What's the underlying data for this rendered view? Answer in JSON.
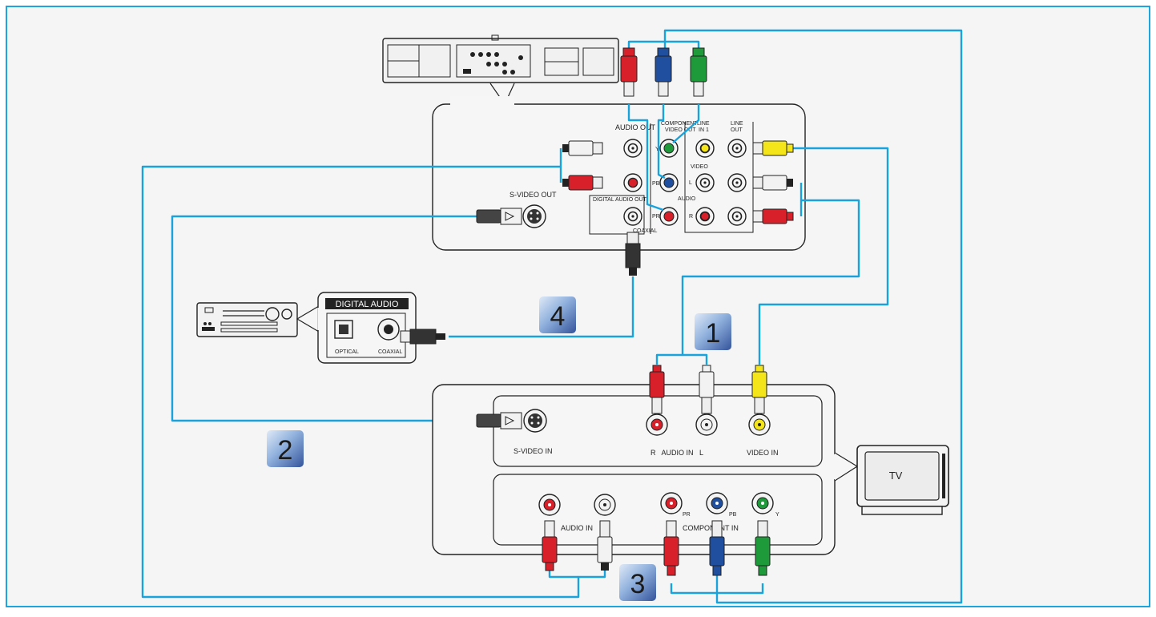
{
  "colors": {
    "background": "#f5f5f5",
    "frame": "#1ba6e0",
    "wire": "#19a3dc",
    "red": "#d8202a",
    "white": "#f2f2f2",
    "yellow": "#f3e51a",
    "green": "#1f9a3b",
    "blue": "#1f4f9e",
    "badge_top": "#c7d8ef",
    "badge_bottom": "#3a5fa8"
  },
  "dvd_panel": {
    "audio_out": "AUDIO OUT",
    "component_video_out": [
      "COMPONENT",
      "VIDEO OUT"
    ],
    "line_in_1": [
      "LINE",
      "IN 1"
    ],
    "line_out": [
      "LINE",
      "OUT"
    ],
    "video": "VIDEO",
    "audio": "AUDIO",
    "y": "Y",
    "pb": "PB",
    "pr": "PR",
    "l": "L",
    "r": "R",
    "s_video_out": "S-VIDEO OUT",
    "digital_audio_out": "DIGITAL AUDIO OUT",
    "coaxial": "COAXIAL"
  },
  "receiver_panel": {
    "title": "DIGITAL AUDIO",
    "optical": "OPTICAL",
    "coaxial": "COAXIAL"
  },
  "tv_panel": {
    "s_video_in": "S-VIDEO IN",
    "audio_in_rl": "R   AUDIO IN   L",
    "video_in": "VIDEO IN",
    "audio_in": "AUDIO IN",
    "component_in": "COMPONENT IN",
    "pr": "PR",
    "pb": "PB",
    "y": "Y"
  },
  "tv": {
    "label": "TV"
  },
  "steps": [
    "1",
    "2",
    "3",
    "4"
  ]
}
